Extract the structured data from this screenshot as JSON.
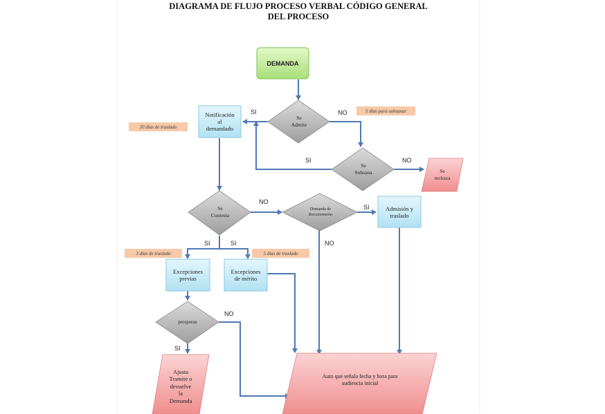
{
  "title": {
    "line1": "DIAGRAMA DE FLUJO PROCESO VERBAL CÓDIGO GENERAL",
    "line2": "DEL PROCESO"
  },
  "nodes": {
    "demanda": "DEMANDA",
    "se_admite": "Se\nAdmite",
    "notificacion": "Notificación\nal\ndemandado",
    "se_subsana": "Se\nSubsana",
    "se_rechaza": "Se\nrechaza",
    "se_contesta": "Se\nContesta",
    "demanda_reconvencion": "Demanda de\nReconvensión",
    "admision_traslado": "Admisión y\ntraslado",
    "excepciones_previas": "Excepciones\nprevias",
    "excepciones_merito": "Excepciones\nde mérito",
    "prosperan": "prosperan",
    "ajusta_tramite": "Ajusta\nTramite o\ndevuelve\nla\nDemanda",
    "auto_audiencia": "Auto que señala fecha y hora para\naudiencia inicial"
  },
  "notes": {
    "cinco_dias_subsanar": "5 días para subsanar",
    "veinte_dias_traslado": "20 días de traslado",
    "tres_dias_traslado": "3 días de traslado",
    "cinco_dias_traslado": "5 días de traslado"
  },
  "edge_labels": {
    "admite_si": "SI",
    "admite_no": "NO",
    "subsana_si": "SI",
    "subsana_no": "NO",
    "contesta_no": "NO",
    "contesta_si_1": "SI",
    "contesta_si_2": "SI",
    "reconvencion_si": "SI",
    "reconvencion_no": "NO",
    "prosperan_no": "NO",
    "prosperan_si": "SI"
  },
  "colors": {
    "arrow": "#4f78b4",
    "process_fill": "#c8ecf8",
    "process_border": "#8fc7e0",
    "decision_fill": "#b8b8b8",
    "start_fill": "#c9f0a0",
    "reject_fill": "#f5b8b8",
    "note_fill": "#f7c9a9"
  }
}
